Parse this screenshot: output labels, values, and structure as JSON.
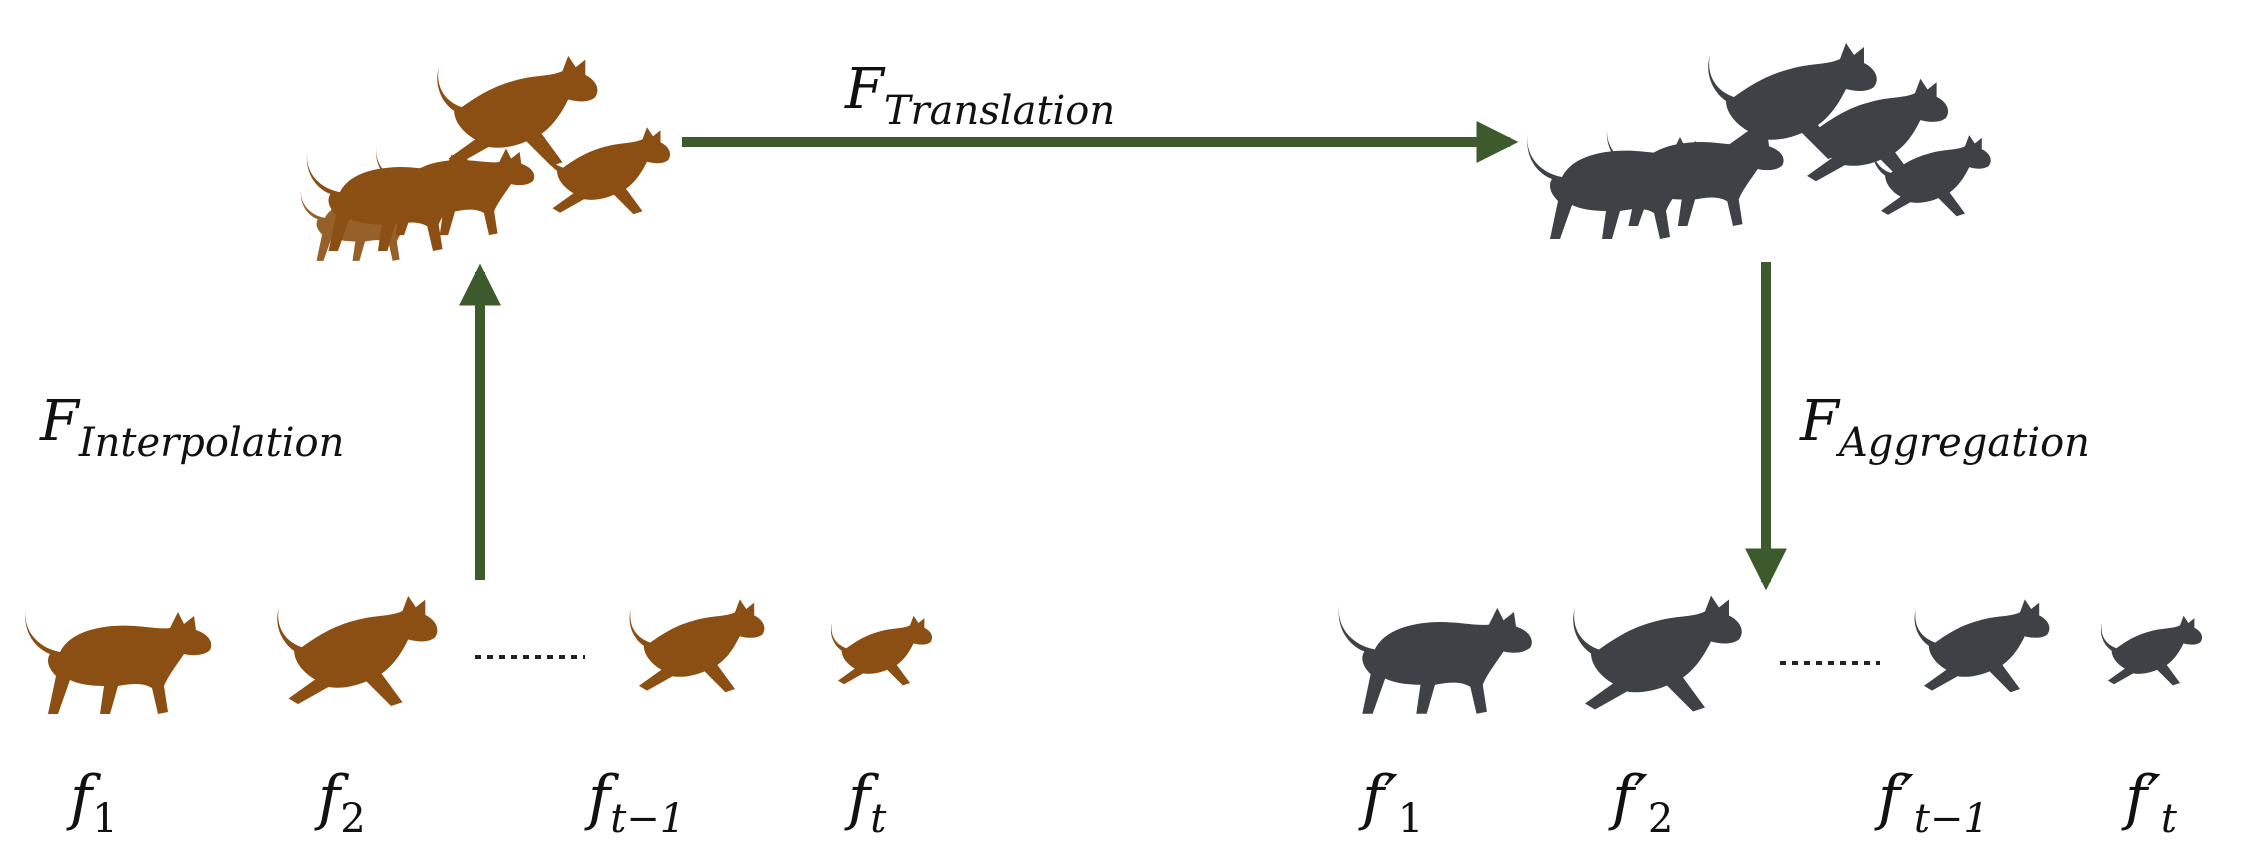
{
  "colors": {
    "source_cat": "#8B4F13",
    "target_cat": "#3E4145",
    "arrow": "#3C5A2C",
    "text": "#111111"
  },
  "operators": {
    "interpolation": {
      "base": "F",
      "sub": "Interpolation"
    },
    "translation": {
      "base": "F",
      "sub": "Translation"
    },
    "aggregation": {
      "base": "F",
      "sub": "Aggregation"
    }
  },
  "source_frames": [
    {
      "base": "f",
      "prime": "",
      "sub": "1"
    },
    {
      "base": "f",
      "prime": "",
      "sub": "2"
    },
    {
      "base": "f",
      "prime": "",
      "sub": "t−1"
    },
    {
      "base": "f",
      "prime": "",
      "sub": "t"
    }
  ],
  "target_frames": [
    {
      "base": "f",
      "prime": "′",
      "sub": "1"
    },
    {
      "base": "f",
      "prime": "′",
      "sub": "2"
    },
    {
      "base": "f",
      "prime": "′",
      "sub": "t−1"
    },
    {
      "base": "f",
      "prime": "′",
      "sub": "t"
    }
  ],
  "icons": {
    "source_cat": "walking-cat-silhouette-icon",
    "target_cat": "walking-cat-silhouette-icon",
    "source_cluster": "interpolated-cats-cluster-icon",
    "target_cluster": "translated-cats-cluster-icon"
  }
}
